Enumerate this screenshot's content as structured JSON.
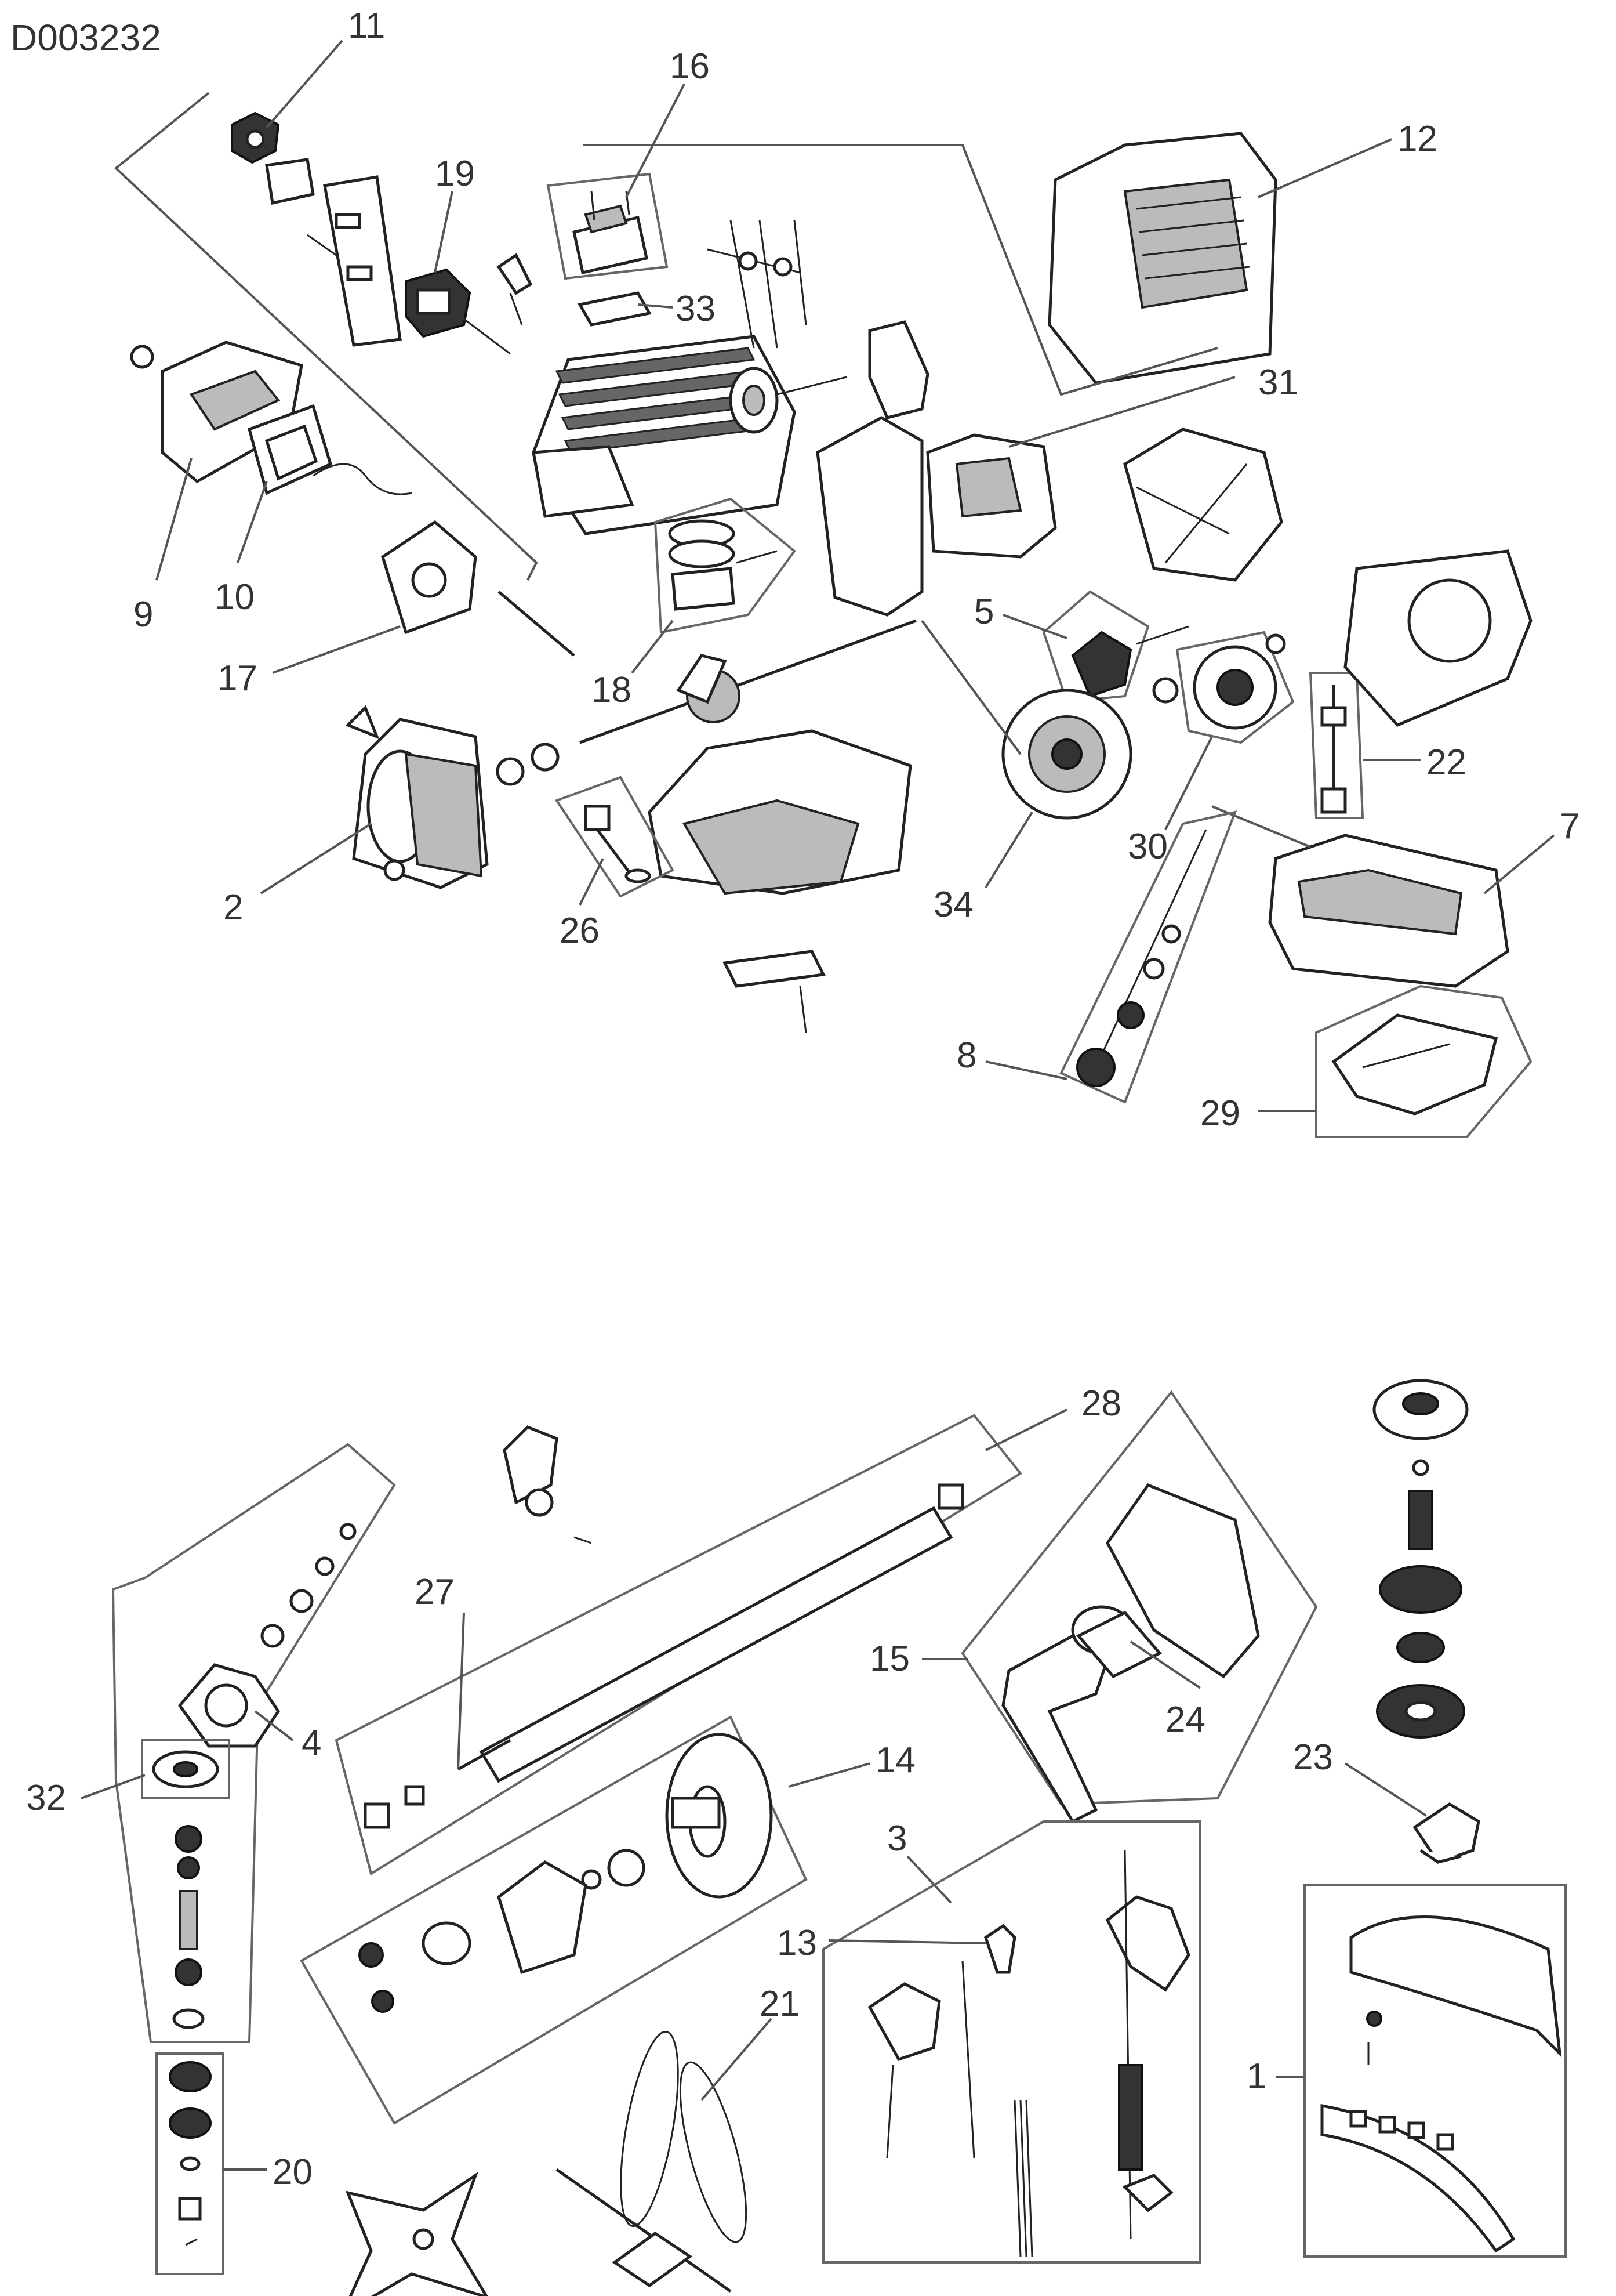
{
  "doc_id": "D003232",
  "labels": [
    {
      "id": "p11",
      "text": "11"
    },
    {
      "id": "p16",
      "text": "16"
    },
    {
      "id": "p12",
      "text": "12"
    },
    {
      "id": "p19",
      "text": "19"
    },
    {
      "id": "p33",
      "text": "33"
    },
    {
      "id": "p31",
      "text": "31"
    },
    {
      "id": "p9",
      "text": "9"
    },
    {
      "id": "p10",
      "text": "10"
    },
    {
      "id": "p17",
      "text": "17"
    },
    {
      "id": "p18",
      "text": "18"
    },
    {
      "id": "p5",
      "text": "5"
    },
    {
      "id": "p22",
      "text": "22"
    },
    {
      "id": "p2",
      "text": "2"
    },
    {
      "id": "p26",
      "text": "26"
    },
    {
      "id": "p34",
      "text": "34"
    },
    {
      "id": "p30",
      "text": "30"
    },
    {
      "id": "p7",
      "text": "7"
    },
    {
      "id": "p8",
      "text": "8"
    },
    {
      "id": "p29",
      "text": "29"
    },
    {
      "id": "p28",
      "text": "28"
    },
    {
      "id": "p27",
      "text": "27"
    },
    {
      "id": "p15",
      "text": "15"
    },
    {
      "id": "p24",
      "text": "24"
    },
    {
      "id": "p4",
      "text": "4"
    },
    {
      "id": "p32",
      "text": "32"
    },
    {
      "id": "p14",
      "text": "14"
    },
    {
      "id": "p3",
      "text": "3"
    },
    {
      "id": "p23",
      "text": "23"
    },
    {
      "id": "p13",
      "text": "13"
    },
    {
      "id": "p21",
      "text": "21"
    },
    {
      "id": "p1",
      "text": "1"
    },
    {
      "id": "p20",
      "text": "20"
    }
  ]
}
